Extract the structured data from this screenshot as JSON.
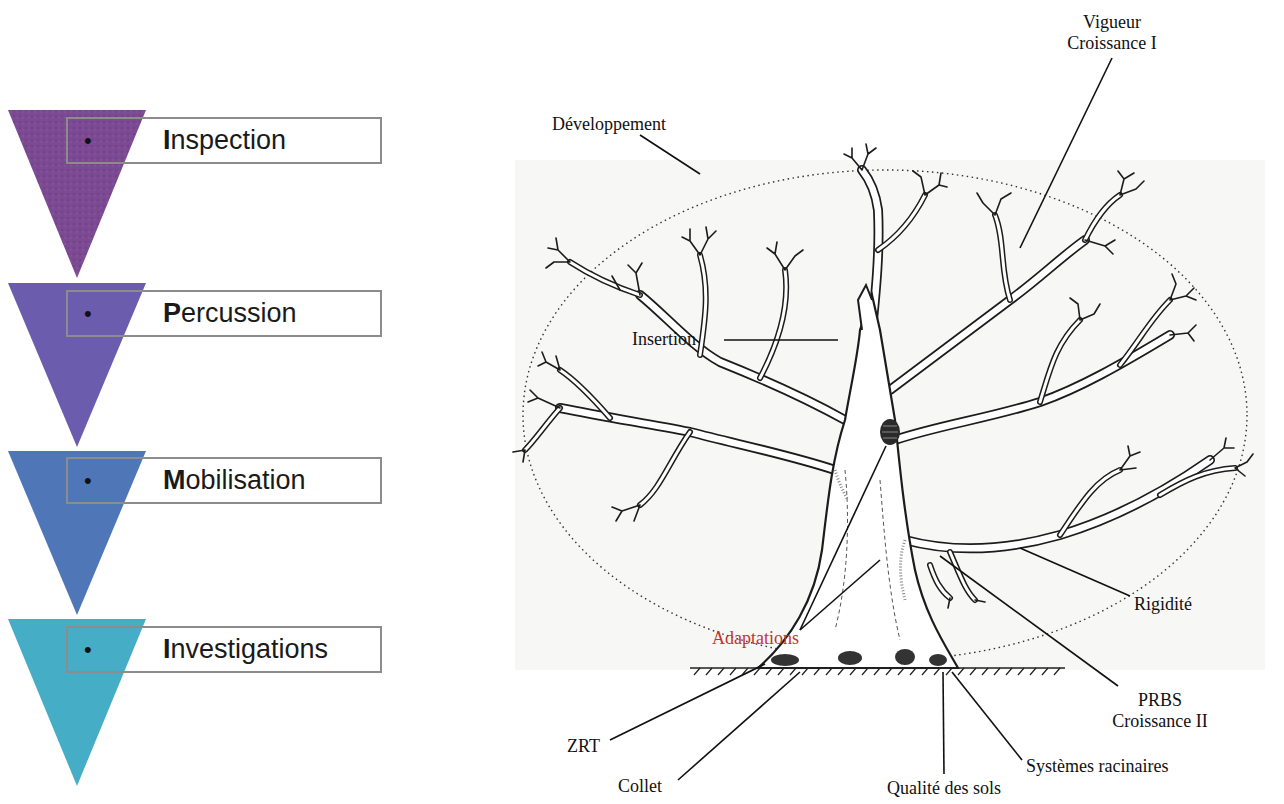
{
  "diagram": {
    "nodes": [
      {
        "text": [
          "•",
          "Inspection"
        ]
      },
      {
        "text": [
          "•",
          "Percussion"
        ]
      },
      {
        "text": [
          "•",
          "Mobilisation"
        ]
      },
      {
        "text": [
          "•",
          "Investigations"
        ]
      }
    ],
    "labels": [
      "Vigueur Croissance I",
      "Développement",
      "Insertion",
      "Adaptations",
      "Rigidité",
      "PRBS Croissance II",
      "ZRT",
      "Collet",
      "Qualité des sols",
      "Systèmes racinaires"
    ]
  }
}
